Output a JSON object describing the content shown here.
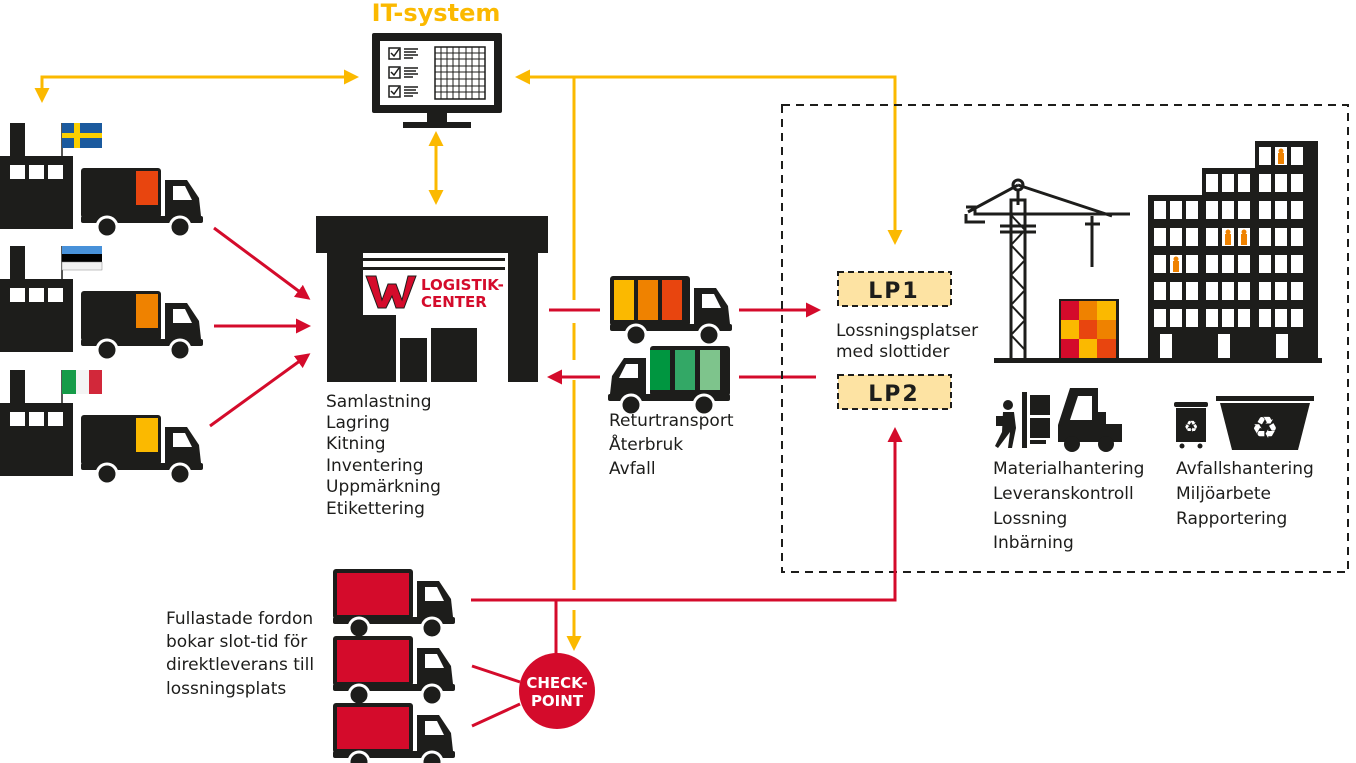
{
  "title": "IT-system",
  "colors": {
    "info_flow": "#fbb900",
    "goods_flow": "#d40b2b",
    "ink": "#1d1d1b",
    "lp_fill": "#fde3a3",
    "truck_cargo_sweden": "#e8450f",
    "truck_cargo_estonia": "#ef8200",
    "truck_cargo_italy": "#fbb900",
    "return_greens": [
      "#009640",
      "#33a866",
      "#7ec48c"
    ],
    "outbound_cargo": [
      "#fbb900",
      "#ef8200",
      "#e8450f"
    ]
  },
  "suppliers": [
    {
      "country": "Sweden",
      "flag_icon": "flag-sweden-icon"
    },
    {
      "country": "Estonia",
      "flag_icon": "flag-estonia-icon"
    },
    {
      "country": "Italy",
      "flag_icon": "flag-italy-icon"
    }
  ],
  "logistics_center": {
    "logo_line1": "LOGISTIK-",
    "logo_line2": "CENTER",
    "services": [
      "Samlastning",
      "Lagring",
      "Kitning",
      "Inventering",
      "Uppmärkning",
      "Etikettering"
    ]
  },
  "return_transport": {
    "items": [
      "Returtransport",
      "Återbruk",
      "Avfall"
    ]
  },
  "unloading": {
    "lp1": "LP1",
    "lp2": "LP2",
    "caption_line1": "Lossningsplatser",
    "caption_line2": "med slottider"
  },
  "site_services": {
    "material": [
      "Materialhantering",
      "Leveranskontroll",
      "Lossning",
      "Inbärning"
    ],
    "waste": [
      "Avfallshantering",
      "Miljöarbete",
      "Rapportering"
    ]
  },
  "direct_delivery": {
    "caption": [
      "Fullastade fordon",
      "bokar slot-tid för",
      "direktleverans till",
      "lossningsplats"
    ],
    "checkpoint_line1": "CHECK-",
    "checkpoint_line2": "POINT"
  }
}
